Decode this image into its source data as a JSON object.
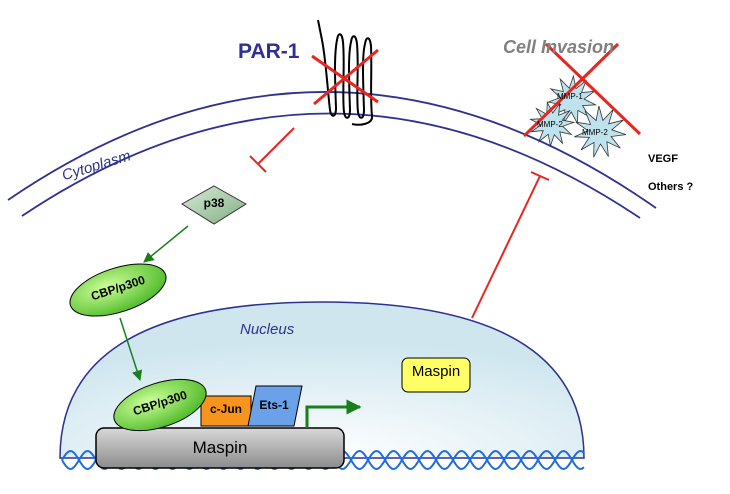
{
  "labels": {
    "receptor": "PAR-1",
    "outcome": "Cell Invasion",
    "compartment_cytoplasm": "Cytoplasm",
    "compartment_nucleus": "Nucleus",
    "kinase": "p38",
    "coactivator_cytoplasm": "CBP/p300",
    "coactivator_nucleus": "CBP/p300",
    "tf_cjun": "c-Jun",
    "tf_ets1": "Ets-1",
    "gene": "Maspin",
    "protein": "Maspin",
    "mmp_a": "MMP-1",
    "mmp_b": "MMP-2",
    "mmp_c": "MMP-2",
    "side_vegf": "VEGF",
    "side_others": "Others ?"
  },
  "colors": {
    "membrane": "#2e3192",
    "inhibition": "#e8251f",
    "activation": "#1a7f1a",
    "p38_fill": "#a6c9a6",
    "cbp_fill": "#66cc33",
    "cjun_fill": "#f7941d",
    "ets_fill": "#6aa1e8",
    "maspin_protein_fill": "#ffff66",
    "gene_box_fill": "#b0b0b0",
    "dna": "#1e6be0",
    "nucleus_fill": "#d8ecf2",
    "mmp_fill": "#bfe3ee"
  },
  "icons": {
    "gpcr": "seven-transmembrane-receptor-icon",
    "cross": "red-x-cross-icon",
    "mmp": "starburst-icon"
  }
}
